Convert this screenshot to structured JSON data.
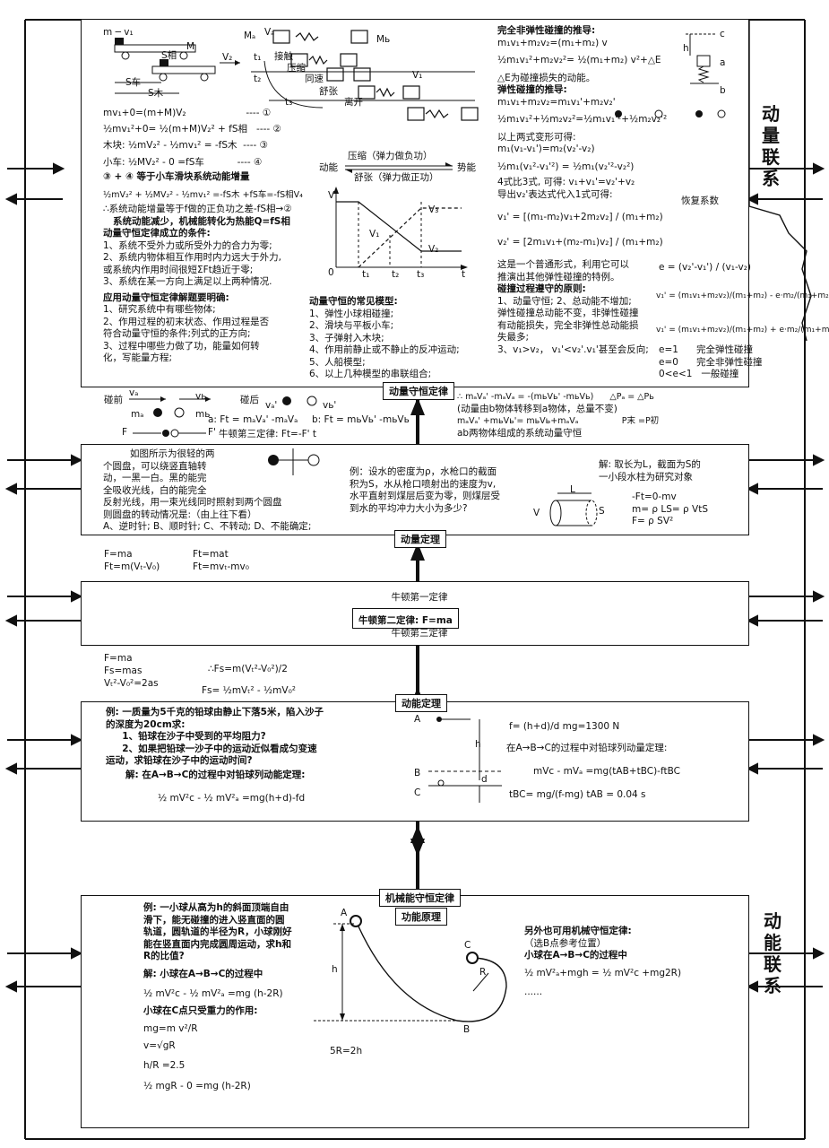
{
  "side_labels": {
    "right_top": "动量联系",
    "right_bottom": "动能联系"
  },
  "section_labels": {
    "momentum_conservation": "动量守恒定律",
    "momentum_theorem": "动量定理",
    "kinetic_theorem": "动能定理",
    "mech_energy": "机械能守恒定律",
    "function_principle": "功能原理"
  },
  "sec1": {
    "m_v1": "m ─ v₁",
    "M": "M",
    "S_rel": "S相",
    "S_cart": "S车",
    "S_wood": "S木",
    "v2": "V₂",
    "eq_lines": [
      "mv₁+0=(m+M)V₂                    ---- ①",
      "½mv₁²+0= ½(m+M)V₂² + fS相   ---- ②",
      "木块: ½mV₂² - ½mv₁² = -fS木  ---- ③",
      "小车: ½MV₂² - 0 =fS车           ---- ④",
      "③ + ④ 等于小车滑块系统动能增量",
      "½mV₂² + ½MV₂² - ½mv₁² =-fS木 +fS车=-fS相V₄",
      "∴系统动能增量等于f做的正负功之差-fS相→②",
      "   系统动能减少，机械能转化为热能Q=fS相",
      "动量守恒定律成立的条件:",
      "1、系统不受外力或所受外力的合力为零;",
      "2、系统内物体相互作用时内力远大于外力,",
      "或系统内作用时间很短ΣFt趋近于零;",
      "3、系统在某一方向上满足以上两种情况.",
      "应用动量守恒定律解题要明确:",
      "1、研究系统中有哪些物体;",
      "2、作用过程的初末状态、作用过程是否",
      "符合动量守恒的条件;列式的正方向;",
      "3、过程中哪些力做了功，能量如何转",
      "化，写能量方程;"
    ],
    "collision_labels": [
      "Mₐ",
      "Vₐ",
      "Mь",
      "t₁",
      "t₂",
      "t₃",
      "接触",
      "压缩",
      "同速",
      "舒张",
      "离开",
      "V₁"
    ],
    "energy_compress": "压缩（弹力做负功）",
    "energy_relax": "舒张（弹力做正功）",
    "kinetic": "动能",
    "potential": "势能",
    "graph_labels": {
      "v": "V",
      "t": "t",
      "v1": "V₁",
      "v2": "V₂",
      "v3": "V₃",
      "t1": "t₁",
      "t2": "t₂",
      "t3": "t₃",
      "o": "0"
    },
    "models_title": "动量守恒的常见模型:",
    "models": [
      "1、弹性小球相碰撞;",
      "2、滑块与平板小车;",
      "3、子弹射入木块;",
      "4、作用前静止或不静止的反冲运动;",
      "5、人船模型;",
      "6、以上几种模型的串联组合;"
    ],
    "right_lines": [
      "完全非弹性碰撞的推导:",
      "m₁v₁+m₂v₂=(m₁+m₂) v",
      "½m₁v₁²+m₂v₂²= ½(m₁+m₂) v²+△E",
      "△E为碰撞损失的动能。",
      "弹性碰撞的推导:",
      "m₁v₁+m₂v₂=m₁v₁'+m₂v₂'",
      "½m₁v₁²+½m₂v₂²=½m₁v₁'²+½m₂v₂'²",
      "以上两式变形可得:",
      "m₁(v₁-v₁')=m₂(v₂'-v₂)",
      "½m₁(v₁²-v₁'²) = ½m₁(v₂'²-v₂²)",
      "4式比3式, 可得: v₁+v₁'=v₂'+v₂",
      "导出v₂'表达式代入1式可得:"
    ],
    "v1p_formula": "v₁' = [(m₁-m₂)v₁+2m₂v₂] / (m₁+m₂)",
    "v2p_formula": "v₂' = [2m₁v₁+(m₂-m₁)v₂] / (m₁+m₂)",
    "recovery_coef": "恢复系数",
    "e_formula": "e = (v₂'-v₁') / (v₁-v₂)",
    "general_lines": [
      "这是一个普通形式，利用它可以",
      "推演出其他弹性碰撞的特例。",
      "碰撞过程遵守的原则:",
      "1、动量守恒; 2、总动能不增加;",
      "弹性碰撞总动能不变，非弹性碰撞",
      "有动能损失，完全非弹性总动能损",
      "失最多;",
      "3、v₁>v₂， v₁'<v₂'.v₁'甚至会反向;"
    ],
    "v1p_e1": "v₁' = (m₁v₁+m₂v₂)/(m₁+m₂) - e·m₂/(m₁+m₂)·(v₁-v₂)",
    "v1p_e2": "v₁' = (m₁v₁+m₂v₂)/(m₁+m₂) + e·m₂/(m₁+m₂)·(v₁-v₂)",
    "e_cases": [
      "e=1      完全弹性碰撞",
      "e=0      完全非弹性碰撞",
      "0<e<1   一般碰撞"
    ],
    "spring_labels": {
      "c": "c",
      "h": "h",
      "a": "a",
      "b": "b"
    }
  },
  "collision_row": {
    "before": "碰前",
    "after": "碰后",
    "ma": "mₐ",
    "mb": "mь",
    "va": "vₐ",
    "vb": "vь",
    "va_p": "vₐ'",
    "vb_p": "vь'",
    "eq_a": "a: Ft = mₐVₐ' -mₐVₐ",
    "eq_b": "b: Ft = mьVь' -mьVь",
    "newton3": "牛顿第三定律: Ft=-F' t",
    "F": "F",
    "Fp": "F'",
    "right1": "∴ mₐVₐ' -mₐVₐ = -(mьVь' -mьVь)      △Pₐ = △Pь",
    "right2": "(动量由b物体转移到a物体，总量不变)",
    "right3": "mₐVₐ' +mьVь'= mьVь+mₐVₐ                P末 =P初",
    "right4": "ab两物体组成的系统动量守恒"
  },
  "sec2": {
    "disk_text": [
      "如图所示为很轻的两",
      "个圆盘，可以绕竖直轴转",
      "动，一黑一白。黑的能完",
      "全吸收光线，白的能完全",
      "反射光线，用一束光线同时照射到两个圆盘",
      "则圆盘的转动情况是:（由上往下看）",
      "A、逆时针; B、顺时针; C、不转动; D、不能确定;"
    ],
    "water_text": [
      "例：设水的密度为ρ，水枪口的截面",
      "积为S，水从枪口喷射出的速度为v,",
      "水平直射到煤层后变为零，则煤层受",
      "到水的平均冲力大小为多少?"
    ],
    "water_labels": {
      "v": "V",
      "l": "L",
      "s": "S"
    },
    "sol_text": [
      "解: 取长为L，截面为S的",
      "一小段水柱为研究对象"
    ],
    "sol_eqs": [
      "-Ft=0-mv",
      "m= ρ LS= ρ VtS",
      "F= ρ SV²"
    ]
  },
  "between12": [
    "F=ma",
    "Ft=m(Vₜ-V₀)",
    "Ft=mat",
    "Ft=mvₜ-mv₀"
  ],
  "newton": {
    "first": "牛顿第一定律",
    "second": "牛顿第二定律: F=ma",
    "third": "牛顿第三定律"
  },
  "between34": [
    "F=ma",
    "Fs=mas",
    "Vₜ²-V₀²=2as",
    "∴Fs=m(Vₜ²-V₀²)/2",
    "Fs= ½mVₜ² - ½mV₀²"
  ],
  "sec3": {
    "problem": [
      "例: 一质量为5千克的铅球由静止下落5米，陷入沙子",
      "的深度为20cm求:",
      "     1、铅球在沙子中受到的平均阻力?",
      "     2、如果把铅球一沙子中的运动近似看成匀变速",
      "运动，求铅球在沙子中的运动时间?"
    ],
    "sol1": "解: 在A→B→C的过程中对铅球列动能定理:",
    "sol1_eq": "½ mV²c - ½ mV²ₐ =mg(h+d)-fd",
    "labels": {
      "A": "A",
      "B": "B",
      "C": "C",
      "h": "h",
      "d": "d"
    },
    "f_eq": "f= (h+d)/d mg=1300 N",
    "sol2": "在A→B→C的过程中对铅球列动量定理:",
    "sol2_eq": "mVc - mVₐ =mg(tAB+tBC)-ftBC",
    "t_eq": "tBC= mg/(f-mg) tAB = 0.04 s"
  },
  "sec4": {
    "problem": [
      "例: 一小球从高为h的斜面顶端自由",
      "滑下，能无碰撞的进入竖直面的圆",
      "轨道，圆轨道的半径为R，小球刚好",
      "能在竖直面内完成圆周运动，求h和",
      "R的比值?"
    ],
    "sol": [
      "解: 小球在A→B→C的过程中",
      "½ mV²c - ½ mV²ₐ =mg (h-2R)",
      "小球在C点只受重力的作用:",
      "mg=m v²/R",
      "v=√gR",
      "h/R =2.5",
      "½ mgR - 0 =mg (h-2R)"
    ],
    "labels": {
      "A": "A",
      "B": "B",
      "C": "C",
      "h": "h",
      "R": "R"
    },
    "ratio": "5R=2h",
    "alt": [
      "另外也可用机械守恒定律:",
      "（选B点参考位置）",
      "小球在A→B→C的过程中",
      "½ mV²ₐ+mgh = ½ mV²c +mg2R)",
      "......"
    ]
  }
}
